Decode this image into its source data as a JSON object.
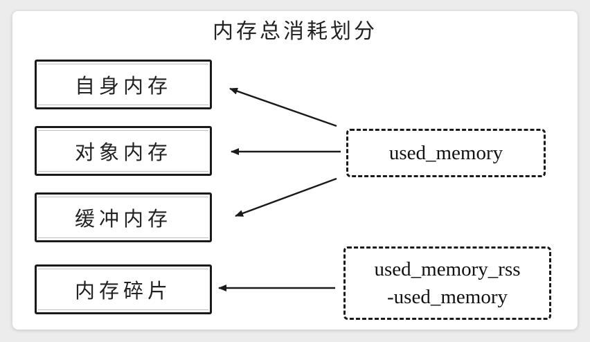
{
  "diagram": {
    "title": "内存总消耗划分",
    "boxes": [
      {
        "label": "自身内存"
      },
      {
        "label": "对象内存"
      },
      {
        "label": "缓冲内存"
      },
      {
        "label": "内存碎片"
      }
    ],
    "sources": [
      {
        "lines": [
          "used_memory"
        ]
      },
      {
        "lines": [
          "used_memory_rss",
          "-used_memory"
        ]
      }
    ],
    "colors": {
      "stroke": "#1a1a1a",
      "background": "#ffffff",
      "page": "#ececec"
    }
  }
}
